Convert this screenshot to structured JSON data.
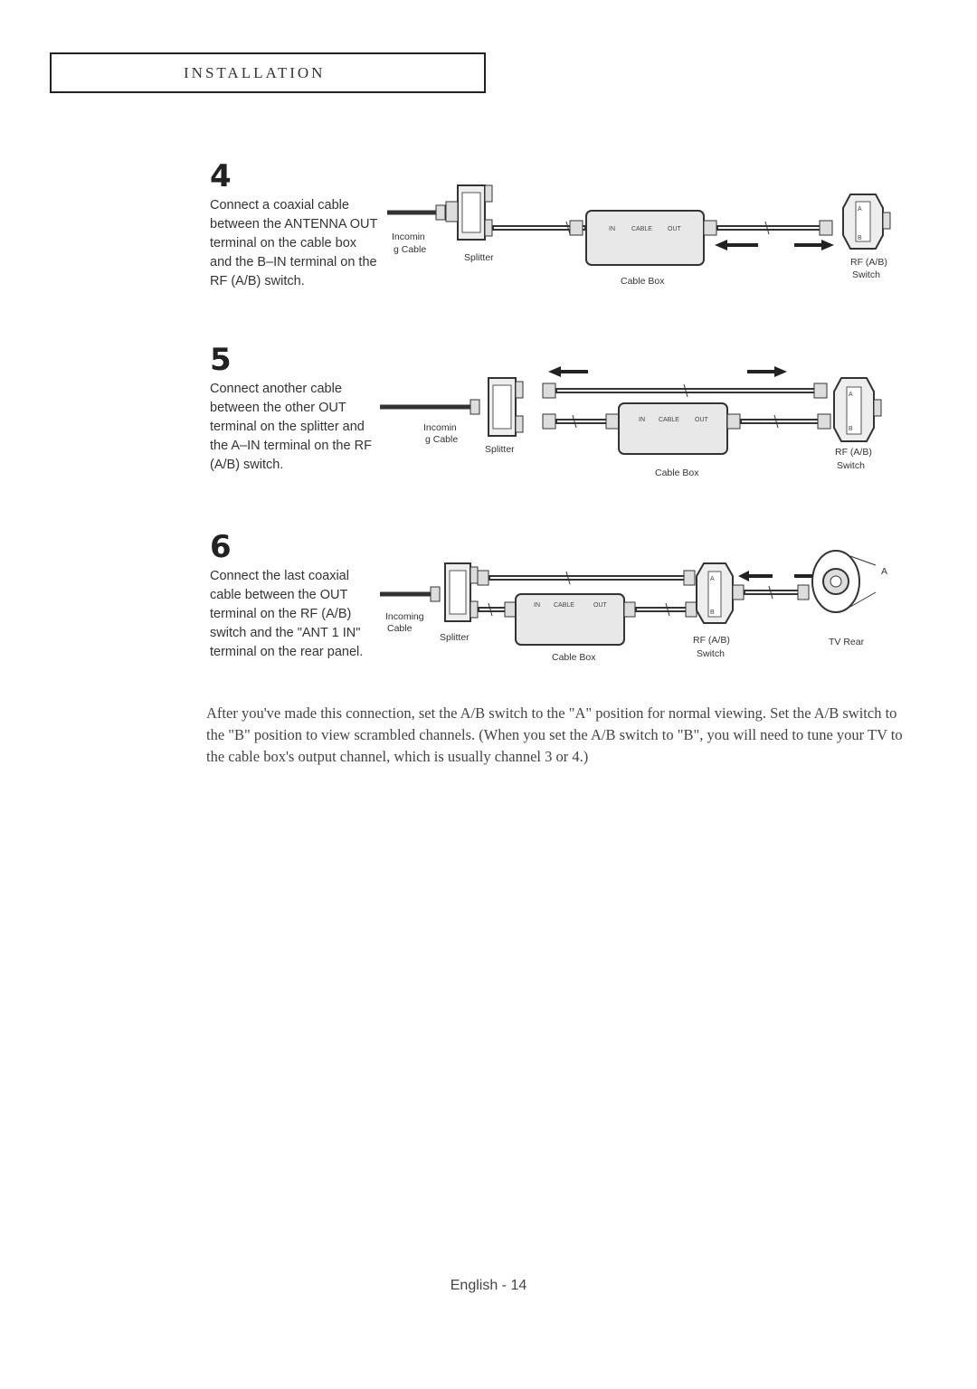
{
  "header": {
    "title": "INSTALLATION"
  },
  "steps": [
    {
      "number": "4",
      "text": "Connect a coaxial cable between the ANTENNA OUT terminal on the cable box and the B–IN terminal on the RF (A/B) switch.",
      "labels": {
        "incoming_1": "Incomin",
        "incoming_2": "g Cable",
        "splitter": "Splitter",
        "cable_box": "Cable Box",
        "rf_1": "RF (A/B)",
        "rf_2": "Switch",
        "box_in": "IN",
        "box_cable": "CABLE",
        "box_out": "OUT",
        "sw_a": "A",
        "sw_b": "B"
      }
    },
    {
      "number": "5",
      "text": "Connect another cable between the other OUT terminal on the splitter and the A–IN terminal on the RF (A/B) switch.",
      "labels": {
        "incoming_1": "Incomin",
        "incoming_2": "g Cable",
        "splitter": "Splitter",
        "cable_box": "Cable Box",
        "rf_1": "RF (A/B)",
        "rf_2": "Switch",
        "box_in": "IN",
        "box_cable": "CABLE",
        "box_out": "OUT",
        "sw_a": "A",
        "sw_b": "B"
      }
    },
    {
      "number": "6",
      "text": "Connect the last coaxial cable between the OUT terminal on the RF (A/B) switch and the \"ANT 1 IN\" terminal on the rear panel.",
      "labels": {
        "incoming_1": "Incoming",
        "incoming_2": "Cable",
        "splitter": "Splitter",
        "cable_box": "Cable Box",
        "rf_1": "RF (A/B)",
        "rf_2": "Switch",
        "tv_rear": "TV Rear",
        "tv_a": "A",
        "box_in": "IN",
        "box_cable": "CABLE",
        "box_out": "OUT",
        "sw_a": "A",
        "sw_b": "B"
      }
    }
  ],
  "body_text": "After you've made this connection, set the A/B switch to the \"A\" position for normal viewing. Set the A/B switch to the \"B\" position to view scrambled channels. (When you set the A/B switch to \"B\", you will need to tune your TV to the cable box's output channel, which is usually channel 3 or 4.)",
  "footer": {
    "page_label": "English - 14"
  }
}
